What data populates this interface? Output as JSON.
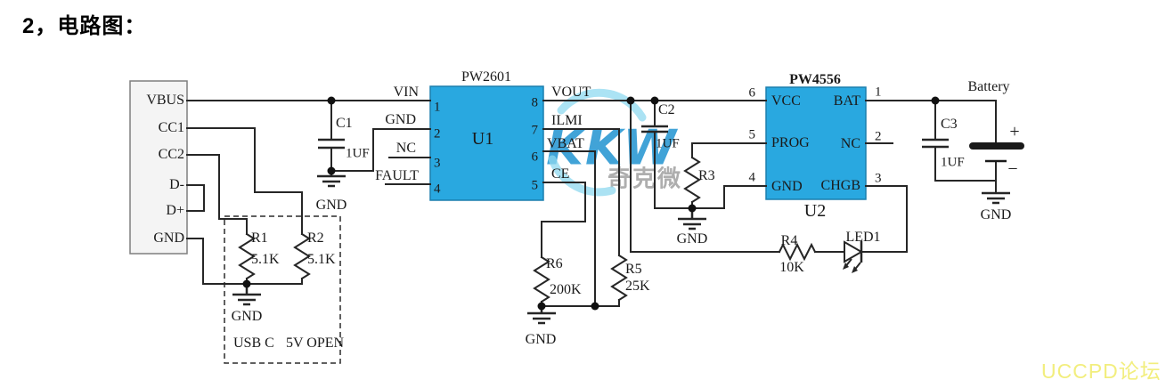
{
  "title": "2，电路图：",
  "watermark": {
    "kkw": "KKW",
    "cn": "奇克微"
  },
  "footer": {
    "badge": "UCCPD论坛"
  },
  "labels": {
    "gnd": "GND"
  },
  "usb": {
    "pins": {
      "vbus": "VBUS",
      "cc1": "CC1",
      "cc2": "CC2",
      "dminus": "D-",
      "dplus": "D+",
      "gnd": "GND"
    },
    "note_left": "USB C",
    "note_right": "5V OPEN"
  },
  "u1": {
    "part": "PW2601",
    "ref": "U1",
    "pins": {
      "p1": {
        "num": "1",
        "name": "VIN"
      },
      "p2": {
        "num": "2",
        "name": "GND"
      },
      "p3": {
        "num": "3",
        "name": "NC"
      },
      "p4": {
        "num": "4",
        "name": "FAULT"
      },
      "p5": {
        "num": "5",
        "name": "CE"
      },
      "p6": {
        "num": "6",
        "name": "VBAT"
      },
      "p7": {
        "num": "7",
        "name": "ILMI"
      },
      "p8": {
        "num": "8",
        "name": "VOUT"
      }
    }
  },
  "u2": {
    "part": "PW4556",
    "ref": "U2",
    "pins": {
      "p1": {
        "num": "1",
        "name": "BAT"
      },
      "p2": {
        "num": "2",
        "name": "NC"
      },
      "p3": {
        "num": "3",
        "name": "CHGB"
      },
      "p4": {
        "num": "4",
        "name": "GND"
      },
      "p5": {
        "num": "5",
        "name": "PROG"
      },
      "p6": {
        "num": "6",
        "name": "VCC"
      }
    }
  },
  "components": {
    "c1": {
      "ref": "C1",
      "value": "1UF"
    },
    "c2": {
      "ref": "C2",
      "value": "1UF"
    },
    "c3": {
      "ref": "C3",
      "value": "1UF"
    },
    "r1": {
      "ref": "R1",
      "value": "5.1K"
    },
    "r2": {
      "ref": "R2",
      "value": "5.1K"
    },
    "r3": {
      "ref": "R3"
    },
    "r4": {
      "ref": "R4",
      "value": "10K"
    },
    "r5": {
      "ref": "R5",
      "value": "25K"
    },
    "r6": {
      "ref": "R6",
      "value": "200K"
    },
    "led1": {
      "ref": "LED1"
    },
    "battery": {
      "label": "Battery",
      "plus": "+",
      "minus": "−"
    }
  },
  "colors": {
    "chip_fill": "#29A8E0",
    "wire": "#262626",
    "usb_box_fill": "#F4F4F4",
    "watermark_blue": "#2193D1",
    "watermark_arc": "#8FD9F0",
    "watermark_gray": "#9A9A9A",
    "footer_yellow": "#F2EE7E"
  }
}
